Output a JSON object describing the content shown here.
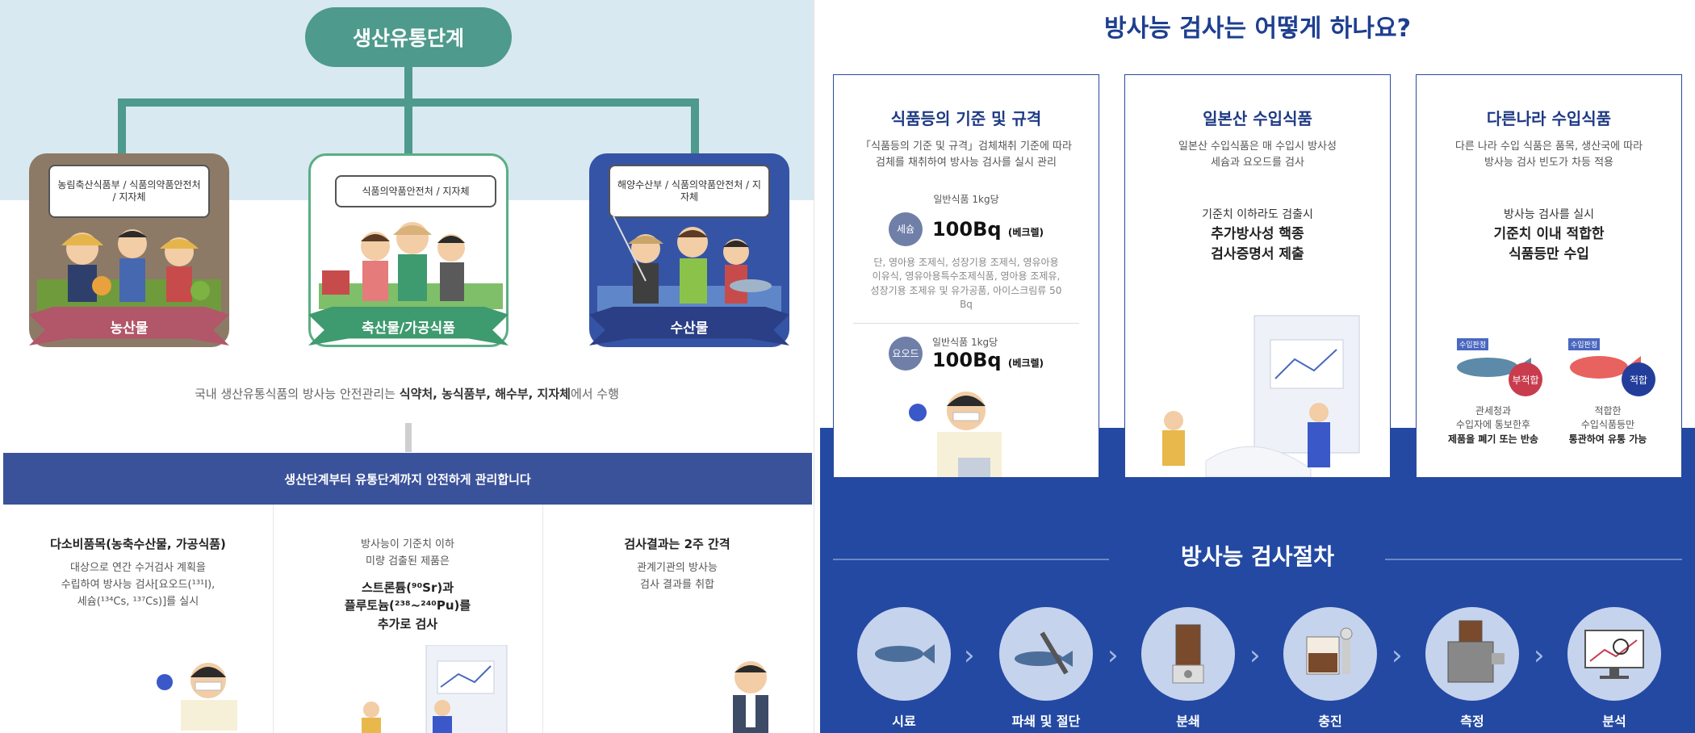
{
  "left": {
    "root_label": "생산유통단계",
    "badges": [
      {
        "logo_text": "농림축산식품부 / 식품의약품안전처 / 지자체",
        "ribbon": "농산물",
        "color": "#8d7a66",
        "ribbon_color": "#b2566a"
      },
      {
        "logo_text": "식품의약품안전처 / 지자체",
        "ribbon": "축산물/가공식품",
        "color": "#ffffff",
        "ribbon_color": "#3e9a6f"
      },
      {
        "logo_text": "해양수산부 / 식품의약품안전처 / 지자체",
        "ribbon": "수산물",
        "color": "#3554a5",
        "ribbon_color": "#2a3f86"
      }
    ],
    "caption_pre": "국내 생산유통식품의 방사능 안전관리는 ",
    "caption_bold": "식약처, 농식품부, 해수부, 지자체",
    "caption_post": "에서 수행",
    "banner": "생산단계부터 유통단계까지 안전하게 관리합니다",
    "columns": [
      {
        "title": "다소비품목(농축수산물, 가공식품)",
        "l1": "대상으로 연간 수거검사 계획을",
        "l2": "수립하여 방사능 검사[요오드(¹³¹I),",
        "l3": "세슘(¹³⁴Cs, ¹³⁷Cs)]를 실시"
      },
      {
        "l1": "방사능이 기준치 이하",
        "l2": "미량 검출된 제품은",
        "s1": "스트론튬(⁹⁰Sr)과",
        "s2": "플루토늄(²³⁸~²⁴⁰Pu)를",
        "s3": "추가로 검사"
      },
      {
        "title": "검사결과는 2주 간격",
        "l1": "관계기관의 방사능",
        "l2": "검사 결과를 취합"
      }
    ]
  },
  "right": {
    "title": "방사능 검사는 어떻게 하나요?",
    "cards": [
      {
        "title": "식품등의 기준 및 규격",
        "d1": "「식품등의 기준 및 규격」검체채취 기준에 따라",
        "d2": "검체를 채취하여 방사능 검사를 실시 관리",
        "cs_general": "일반식품 1kg당",
        "cs_badge": "세슘",
        "cs_value": "100Bq",
        "cs_unit": "(베크렐)",
        "cs_note1": "단, 영아용 조제식, 성장기용 조제식, 영유아용",
        "cs_note2": "이유식, 영유아용특수조제식품, 영아용 조제유,",
        "cs_note3": "성장기용 조제유 및 유가공품, 아이스크림류 50",
        "cs_note4": "Bq",
        "io_badge": "요오드",
        "io_general": "일반식품 1kg당",
        "io_value": "100Bq",
        "io_unit": "(베크렐)"
      },
      {
        "title": "일본산 수입식품",
        "d1": "일본산 수입식품은 매 수입시 방사성",
        "d2": "세슘과 요오드를 검사",
        "m1": "기준치 이하라도 검출시",
        "b1": "추가방사성 핵종",
        "b2": "검사증명서 제출"
      },
      {
        "title": "다른나라 수입식품",
        "d1": "다른 나라 수입 식품은 품목, 생산국에 따라",
        "d2": "방사능 검사 빈도가 차등 적용",
        "m1": "방사능 검사를 실시",
        "b1": "기준치 이내 적합한",
        "b2": "식품등만 수입",
        "tag": "수입판정",
        "fail_badge": "부적합",
        "fail_l1": "관세청과",
        "fail_l2": "수입자에 통보한후",
        "fail_l3": "제품을 폐기 또는 반송",
        "pass_badge": "적합",
        "pass_l1": "적합한",
        "pass_l2": "수입식품등만",
        "pass_l3": "통관하여 유통 가능"
      }
    ],
    "procedure_title": "방사능 검사절차",
    "steps": [
      {
        "label": "시료",
        "icon": "fish-icon"
      },
      {
        "label": "파쇄 및 절단",
        "icon": "knife-fish-icon"
      },
      {
        "label": "분쇄",
        "icon": "blender-icon"
      },
      {
        "label": "충진",
        "icon": "container-icon"
      },
      {
        "label": "측정",
        "icon": "detector-icon"
      },
      {
        "label": "분석",
        "icon": "monitor-icon"
      }
    ]
  }
}
